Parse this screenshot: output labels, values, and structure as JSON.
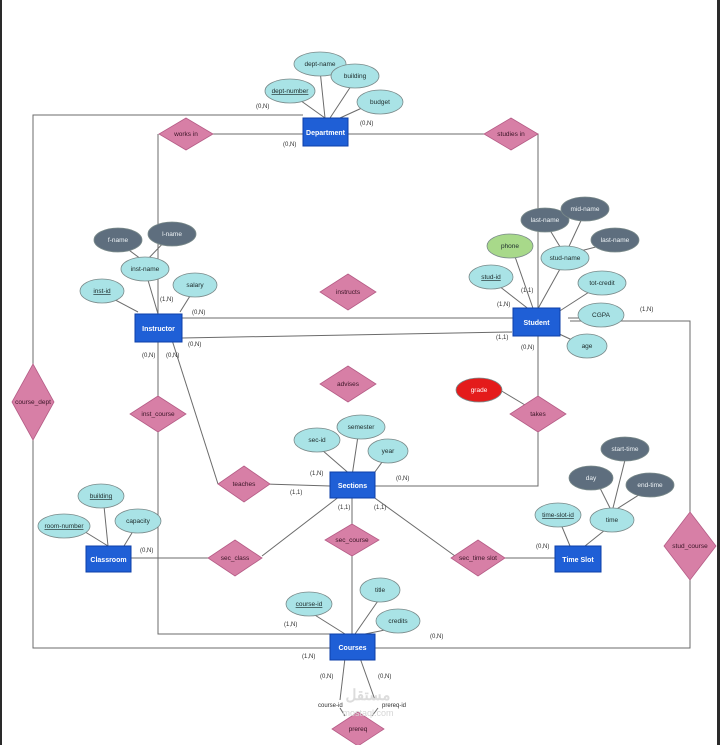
{
  "colors": {
    "entity": "#1f5fd6",
    "attribute": "#a9e3e6",
    "attribute_dark": "#5e6e7e",
    "attribute_multivalued": "#a8d98a",
    "attribute_derived": "#e41b1b",
    "relationship": "#d77fa6"
  },
  "entities": {
    "department": "Department",
    "instructor": "Instructor",
    "student": "Student",
    "sections": "Sections",
    "classroom": "Classroom",
    "time_slot": "Time Slot",
    "courses": "Courses"
  },
  "relationships": {
    "works_in": "works in",
    "studies_in": "studies in",
    "instructs": "instructs",
    "advises": "advises",
    "takes": "takes",
    "inst_course": "inst_course",
    "course_dept": "course_dept",
    "teaches": "teaches",
    "sec_class": "sec_class",
    "sec_course": "sec_course",
    "sec_time_slot": "sec_time slot",
    "stud_course": "stud_course",
    "prereq": "prereq"
  },
  "attributes": {
    "dept_name": "dept-name",
    "dept_number": "dept-number",
    "building": "building",
    "budget": "budget",
    "f_name": "f-name",
    "l_name": "l-name",
    "inst_name": "inst-name",
    "inst_id": "inst-id",
    "salary": "salary",
    "last_name": "last-name",
    "mid_name": "mid-name",
    "phone": "phone",
    "stud_name": "stud-name",
    "last_name_2": "last-name",
    "stud_id": "stud-id",
    "tot_credit": "tot-credit",
    "cgpa": "CGPA",
    "age": "age",
    "grade": "grade",
    "sec_id": "sec-id",
    "semester": "semester",
    "year": "year",
    "room_building": "building",
    "room_number": "room-number",
    "capacity": "capacity",
    "start_time": "start-time",
    "day": "day",
    "end_time": "end-time",
    "time_slot_id": "time-slot-id",
    "time": "time",
    "course_id_key": "course-id",
    "title": "title",
    "credits": "credits",
    "course_id": "course-id",
    "prereq_id": "prereq-id"
  },
  "cardinalities": {
    "c_dept_works": "(0,N)",
    "c_dept_studies": "(0,N)",
    "c_dept_course": "(0,N)",
    "c_inst_works": "(1,N)",
    "c_inst_instructs": "(0,N)",
    "c_inst_adv": "(0,N)",
    "c_inst_course": "(0,N)",
    "c_inst_teaches": "(0,N)",
    "c_stud_studies": "(1,N)",
    "c_stud_instructs": "(1,1)",
    "c_stud_advises": "(1,1)",
    "c_stud_takes": "(0,N)",
    "c_stud_course": "(1,N)",
    "c_sec_teaches": "(1,N)",
    "c_sec_class": "(1,1)",
    "c_sec_course": "(1,1)",
    "c_sec_time": "(1,1)",
    "c_sec_takes": "(0,N)",
    "c_room": "(0,N)",
    "c_time": "(0,N)",
    "c_course_top": "(1,N)",
    "c_course_right": "(0,N)",
    "c_course_left": "(1,N)",
    "c_course_prereq_l": "(0,N)",
    "c_course_prereq_r": "(0,N)"
  },
  "watermark": {
    "arabic": "مستقل",
    "site": "mostaql.com"
  }
}
